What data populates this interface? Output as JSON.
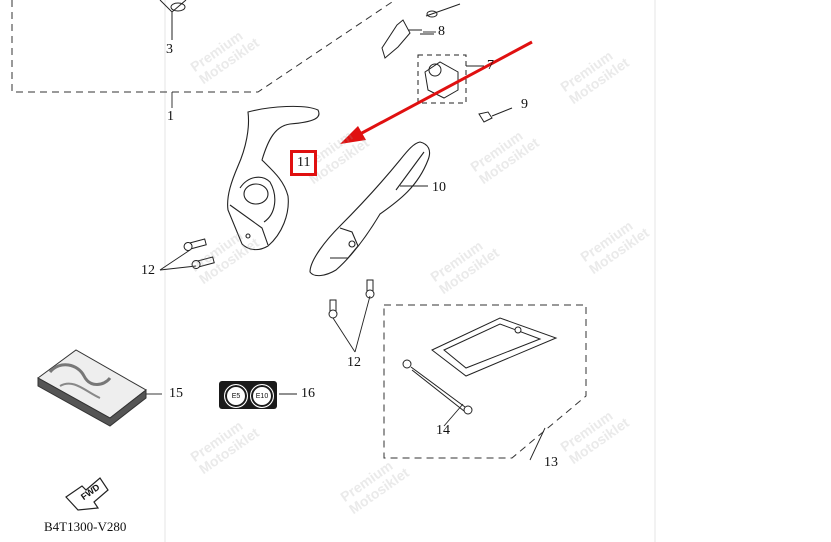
{
  "diagram": {
    "callouts": {
      "c1": "1",
      "c3": "3",
      "c7": "7",
      "c8": "8",
      "c9": "9",
      "c10": "10",
      "c11": "11",
      "c12a": "12",
      "c12b": "12",
      "c13": "13",
      "c14": "14",
      "c15": "15",
      "c16": "16"
    },
    "badge": {
      "left": "E5",
      "right": "E10"
    },
    "fwd_label": "FWD",
    "doc_id": "B4T1300-V280",
    "watermark": {
      "line1": "Premium",
      "line2": "Motosiklet"
    },
    "colors": {
      "highlight": "#e01010",
      "line": "#222222"
    }
  }
}
